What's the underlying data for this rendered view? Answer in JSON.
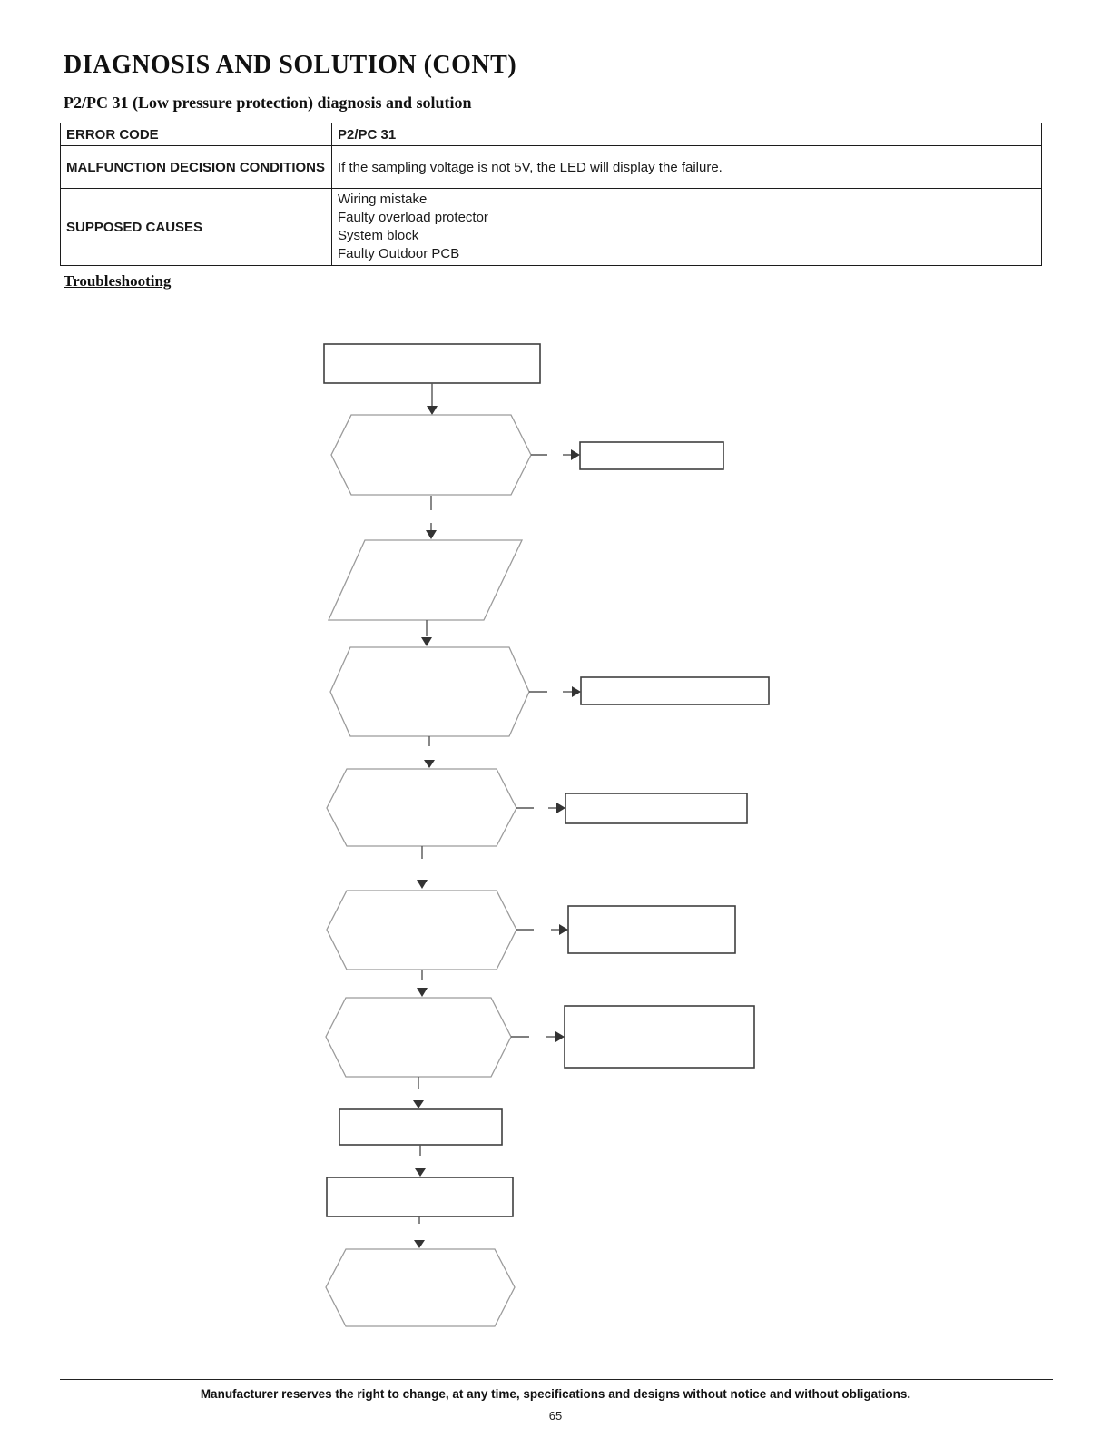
{
  "header": {
    "title": "DIAGNOSIS AND SOLUTION (CONT)",
    "subtitle": "P2/PC 31 (Low pressure protection) diagnosis and solution",
    "section_heading": "Troubleshooting"
  },
  "table": {
    "rows": [
      {
        "label": "ERROR CODE",
        "value": "P2/PC 31"
      },
      {
        "label": "MALFUNCTION DECISION CONDITIONS",
        "value": "If the sampling voltage is not 5V, the LED will display the failure."
      },
      {
        "label": "SUPPOSED CAUSES",
        "lines": [
          "Wiring mistake",
          "Faulty overload protector",
          "System block",
          "Faulty Outdoor PCB"
        ]
      }
    ]
  },
  "flowchart": {
    "shapes": [
      {
        "name": "start-box",
        "type": "process-rectangle",
        "text": ""
      },
      {
        "name": "decision-1",
        "type": "decision-hexagon",
        "text": "",
        "side_result_box": ""
      },
      {
        "name": "io-parallelogram",
        "type": "input-output",
        "text": ""
      },
      {
        "name": "decision-2",
        "type": "decision-hexagon",
        "text": "",
        "side_result_box": ""
      },
      {
        "name": "decision-3",
        "type": "decision-hexagon",
        "text": "",
        "side_result_box": ""
      },
      {
        "name": "decision-4",
        "type": "decision-hexagon",
        "text": "",
        "side_result_box": ""
      },
      {
        "name": "decision-5",
        "type": "decision-hexagon",
        "text": "",
        "side_result_box": ""
      },
      {
        "name": "process-box-1",
        "type": "process-rectangle",
        "text": ""
      },
      {
        "name": "process-box-2",
        "type": "process-rectangle",
        "text": ""
      },
      {
        "name": "end-hexagon",
        "type": "decision-hexagon",
        "text": ""
      }
    ],
    "colors": {
      "shape_outline_light": "#9b9b9b",
      "shape_outline_dark": "#3f3f3f",
      "arrow": "#333333"
    }
  },
  "footer": {
    "note": "Manufacturer reserves the right to change, at any time, specifications and designs without notice and without obligations.",
    "page_number": "65"
  }
}
